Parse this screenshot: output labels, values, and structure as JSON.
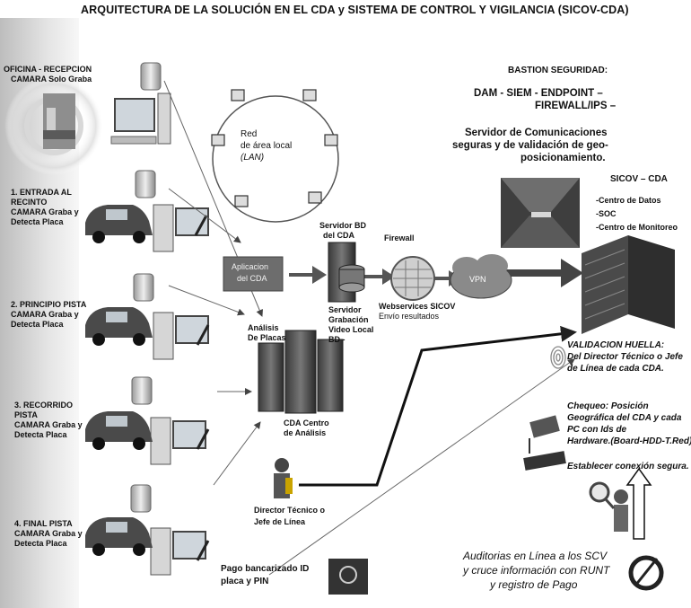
{
  "title": "ARQUITECTURA DE LA SOLUCIÓN EN EL CDA y SISTEMA DE CONTROL Y VIGILANCIA (SICOV-CDA)",
  "left_panel": {
    "oficina_line1": "OFICINA - RECEPCION",
    "oficina_line2": "CAMARA  Solo Graba",
    "entrada_line1": "1. ENTRADA AL",
    "entrada_line2": "RECINTO",
    "entrada_line3": "CAMARA  Graba y",
    "entrada_line4": "Detecta Placa",
    "principio_line1": "2. PRINCIPIO PISTA",
    "principio_line2": "CAMARA Graba y",
    "principio_line3": "Detecta Placa",
    "recorrido_line1": "3. RECORRIDO",
    "recorrido_line2": "PISTA",
    "recorrido_line3": "CAMARA  Graba y",
    "recorrido_line4": "Detecta Placa",
    "final_line1": "4. FINAL PISTA",
    "final_line2": "CAMARA  Graba y",
    "final_line3": "Detecta Placa"
  },
  "lan": {
    "line1": "Red",
    "line2": "de área local",
    "line3": "(LAN)"
  },
  "aplicacion": {
    "line1": "Aplicacion",
    "line2": "del CDA"
  },
  "servidor_bd": {
    "line1": "Servidor BD",
    "line2": "del CDA"
  },
  "servidor_grabacion": {
    "line1": "Servidor",
    "line2": "Grabación",
    "line3": "Video Local",
    "line4": "BD -"
  },
  "analisis": {
    "line1": "Análisis",
    "line2": "De Placas"
  },
  "cda_centro": {
    "line1": "CDA Centro",
    "line2": "de Análisis"
  },
  "firewall": "Firewall",
  "webservices": {
    "line1": "Webservices SICOV",
    "line2": "Envío resultados"
  },
  "vpn": "VPN",
  "bastion": {
    "title": "BASTION SEGURIDAD:",
    "line1": "DAM  - SIEM -  ENDPOINT –",
    "line2": "FIREWALL/IPS  –",
    "line3": "Servidor de Comunicaciones",
    "line4": "seguras y de validación de geo-",
    "line5": "posicionamiento."
  },
  "sicov": {
    "title": "SICOV – CDA",
    "item1": "-Centro de Datos",
    "item2": "-SOC",
    "item3": "-Centro de Monitoreo"
  },
  "validacion": {
    "line1": "VALIDACION HUELLA:",
    "line2": "Del Director Técnico o Jefe",
    "line3": "de Línea de cada CDA."
  },
  "chequeo": {
    "line1": "Chequeo: Posición",
    "line2": "Geográfica del CDA y cada",
    "line3": "PC con Ids de",
    "line4": "Hardware.(Board-HDD-T.Red)"
  },
  "conexion": "Establecer conexión segura.",
  "director": {
    "line1": "Director Técnico o",
    "line2": "Jefe de Línea"
  },
  "pago": {
    "line1": "Pago bancarizado  ID",
    "line2": "placa y PIN"
  },
  "auditorias": {
    "line1": "Auditorias en Línea a los SCV",
    "line2": "y cruce información con RUNT",
    "line3": "y registro de Pago"
  }
}
